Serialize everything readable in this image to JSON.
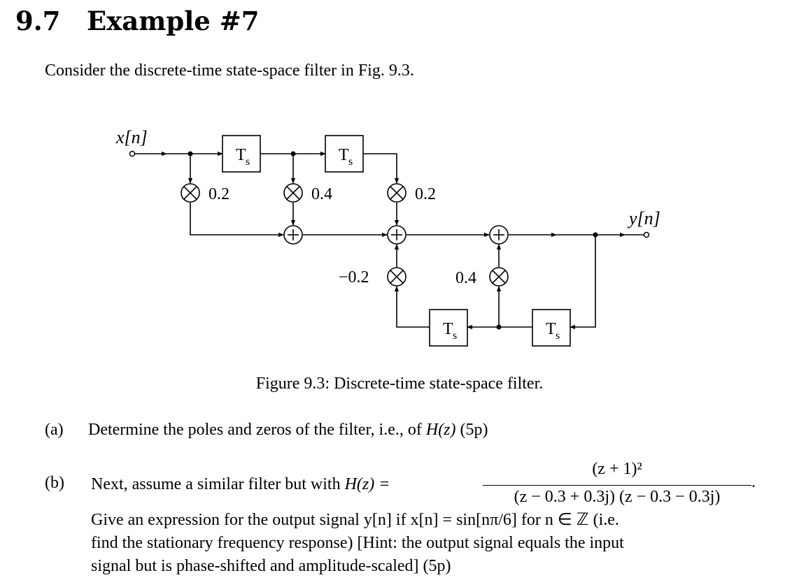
{
  "section": {
    "number": "9.7",
    "title": "Example #7"
  },
  "intro": "Consider the discrete-time state-space filter in Fig. 9.3.",
  "diagram": {
    "input_label": "x[n]",
    "output_label": "y[n]",
    "delay_label": "T",
    "delay_sub": "s",
    "gains": {
      "ff0": "0.2",
      "ff1": "0.4",
      "ff2": "0.2",
      "fb1": "−0.2",
      "fb2": "0.4"
    },
    "sum_symbol": "+",
    "mult_symbol": "×"
  },
  "caption": "Figure 9.3: Discrete-time state-space filter.",
  "questions": {
    "a": {
      "label": "(a)",
      "text_before": "Determine the poles and zeros of the filter, i.e., of ",
      "math": "H(z)",
      "text_after": " (5p)"
    },
    "b": {
      "label": "(b)",
      "line1_prefix": "Next, assume a similar filter but with ",
      "line1_math": "H(z) =",
      "frac_num": "(z + 1)²",
      "frac_den": "(z − 0.3 + 0.3j) (z − 0.3 − 0.3j)",
      "line1_suffix": ".",
      "line2": "Give an expression for the output signal y[n] if x[n] = sin[nπ/6] for n ∈ ℤ (i.e.",
      "line3": "find the stationary frequency response) [Hint: the output signal equals the input",
      "line4": "signal but is phase-shifted and amplitude-scaled] (5p)"
    }
  }
}
